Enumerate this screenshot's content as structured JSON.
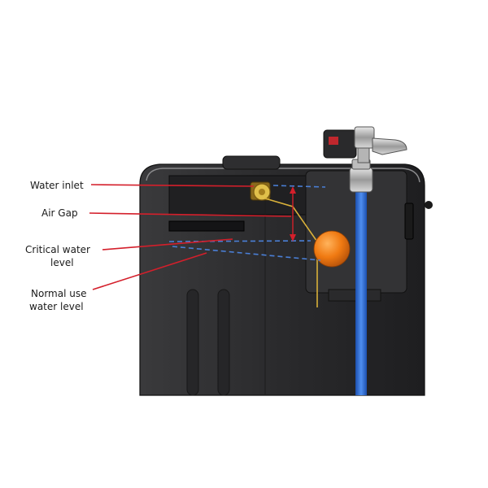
{
  "labels": {
    "water_inlet": "Water inlet",
    "air_gap": "Air Gap",
    "critical_line1": "Critical water",
    "critical_line2": "level",
    "normal_line1": "Normal use",
    "normal_line2": "water level"
  },
  "colors": {
    "leader": "#d41f2b",
    "dashed_level": "#4a7fd6",
    "tank": "#2c2c2e",
    "float_ball": "#f07a12",
    "hose": "#2f6fd8",
    "brass": "#d9b13a"
  }
}
